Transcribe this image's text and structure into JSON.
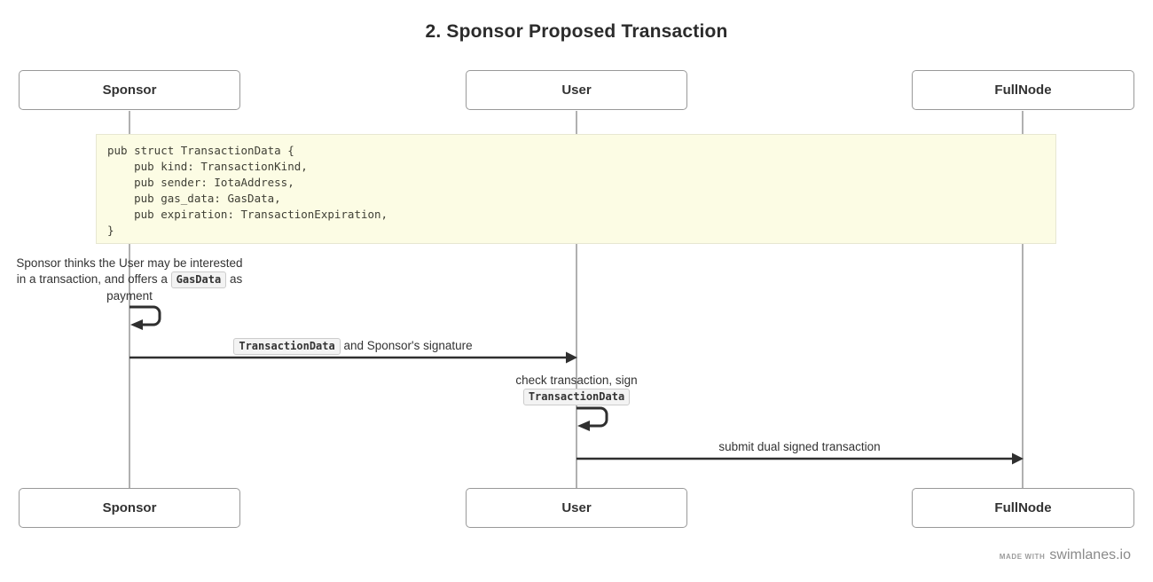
{
  "title": "2. Sponsor Proposed Transaction",
  "actors": [
    {
      "name": "Sponsor"
    },
    {
      "name": "User"
    },
    {
      "name": "FullNode"
    }
  ],
  "code_note": {
    "lines": [
      "pub struct TransactionData {",
      "    pub kind: TransactionKind,",
      "    pub sender: IotaAddress,",
      "    pub gas_data: GasData,",
      "    pub expiration: TransactionExpiration,",
      "}"
    ]
  },
  "sponsor_note": {
    "line1": "Sponsor thinks the User may be interested",
    "line2_pre": "in a transaction, and offers a",
    "line2_chip": "GasData",
    "line2_post": "as",
    "line3": "payment"
  },
  "message1": {
    "chip": "TransactionData",
    "text": "and Sponsor's signature"
  },
  "user_note": {
    "line1": "check transaction, sign",
    "chip": "TransactionData"
  },
  "message2": {
    "text": "submit dual signed transaction"
  },
  "footer": {
    "made_with": "MADE WITH",
    "brand": "swimlanes.io"
  },
  "colors": {
    "ink": "#2f2f2f",
    "lifeline": "#b0b0b0",
    "box_border": "#999999",
    "note_bg": "#fcfce4",
    "chip_bg": "#f3f3f3",
    "chip_border": "#cccccc",
    "footer_text": "#8a8a8a"
  }
}
